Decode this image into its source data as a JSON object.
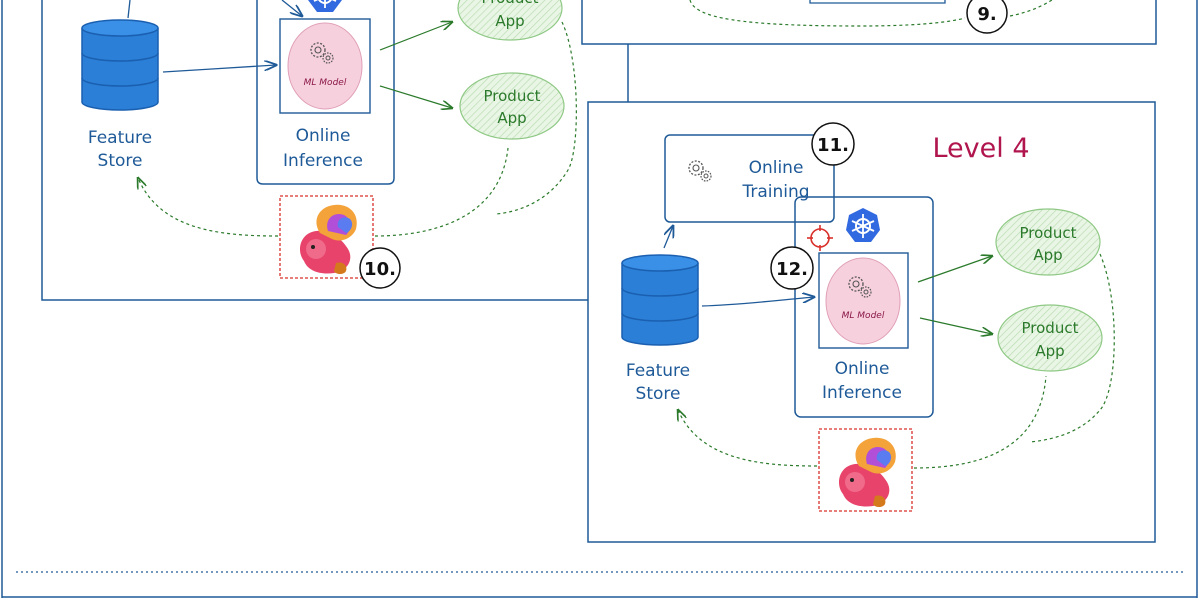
{
  "labels": {
    "product_app_line1": "Product",
    "product_app_line2": "App",
    "ml_model": "ML Model",
    "online": "Online",
    "inference": "Inference",
    "feature": "Feature",
    "store": "Store",
    "training": "Training",
    "level4": "Level 4"
  },
  "numbers": {
    "n9": "9.",
    "n10": "10.",
    "n11": "11.",
    "n12": "12."
  },
  "colors": {
    "frame_blue": "#1f5a98",
    "database_blue": "#2b7fd6",
    "app_green": "#2b7a2b",
    "ml_pink": "#f7d0dd",
    "level_label": "#b0154e",
    "flink_dashed_red": "#d9302b"
  },
  "icons": {
    "kubernetes": "kubernetes-icon",
    "gears": "gears-icon",
    "flink": "flink-squirrel-icon",
    "target": "target-icon",
    "database": "database-icon"
  }
}
